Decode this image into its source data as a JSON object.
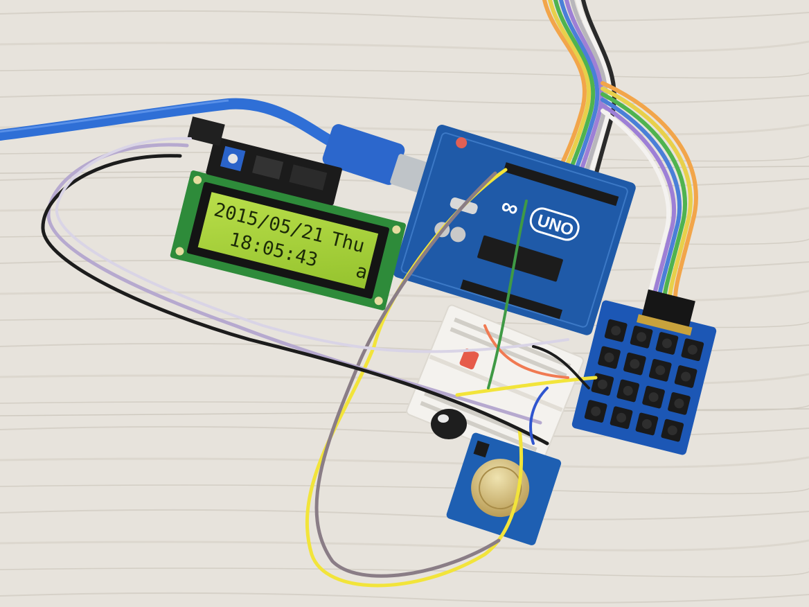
{
  "lcd": {
    "line1_date": "2015/05/21",
    "line1_day": "Thu",
    "line2_time": "18:05:43",
    "line2_flag": "a"
  },
  "board": {
    "logo": "∞",
    "model": "UNO"
  },
  "keypad": {
    "rows": 4,
    "columns": 4
  },
  "colors": {
    "table": "#e7e3dc",
    "usb_cable": "#2f6fd6",
    "lcd_backlight": "#a8d23c",
    "lcd_pcb": "#2e8b3a",
    "arduino_pcb": "#1f5aa8",
    "keypad_pcb": "#1c57b5",
    "rtc_pcb": "#1e5fb2",
    "breadboard": "#f4f2ee"
  }
}
